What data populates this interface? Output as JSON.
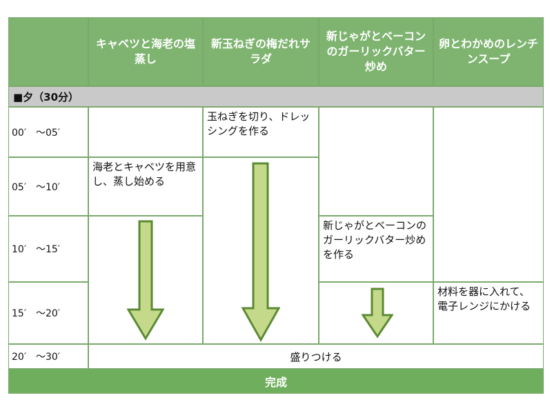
{
  "columns": [
    "キャベツと海老の塩蒸し",
    "新玉ねぎの梅だれサラダ",
    "新じゃがとベーコンのガーリックバター炒め",
    "卵とわかめのレンチンスープ"
  ],
  "section_label": "■夕（30分）",
  "times": [
    "00′　～05′",
    "05′　～10′",
    "10′　～15′",
    "15′　～20′",
    "20′　～30′"
  ],
  "tasks": {
    "shrimp": "海老とキャベツを用意し、蒸し始める",
    "onion": "玉ねぎを切り、ドレッシングを作る",
    "potato": "新じゃがとベーコンのガーリックバター炒めを作る",
    "soup": "材料を器に入れて、電子レンジにかける"
  },
  "plating": "盛りつける",
  "finish": "完成",
  "colors": {
    "header": "#7eb470",
    "arrow_fill": "#c5d98a",
    "arrow_stroke": "#5a8a32"
  }
}
